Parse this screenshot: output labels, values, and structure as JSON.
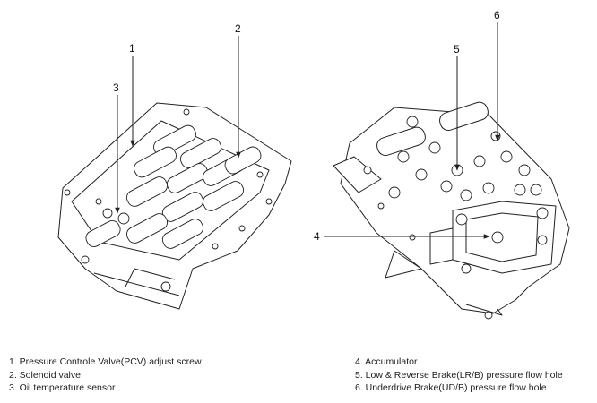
{
  "callouts": [
    "1",
    "2",
    "3",
    "4",
    "5",
    "6"
  ],
  "legend": {
    "left": [
      "1. Pressure Controle Valve(PCV) adjust screw",
      "2. Solenoid valve",
      "3. Oil temperature sensor"
    ],
    "right": [
      "4. Accumulator",
      "5. Low & Reverse Brake(LR/B) pressure flow hole",
      "6. Underdrive Brake(UD/B) pressure flow hole"
    ]
  },
  "colors": {
    "line": "#222222",
    "fill": "#ffffff"
  }
}
